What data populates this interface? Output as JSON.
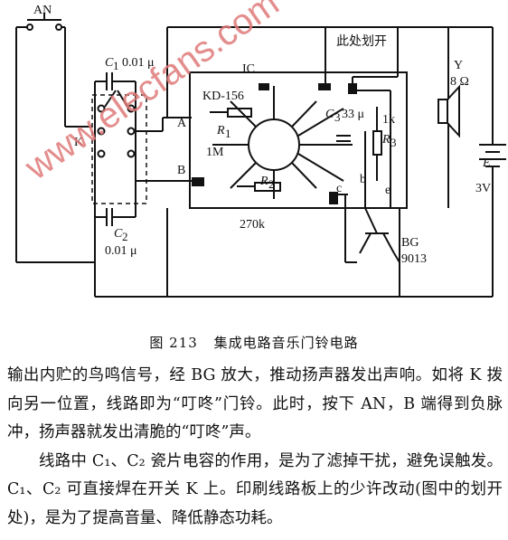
{
  "figure": {
    "labels": {
      "switch_an": "AN",
      "c1": "C",
      "c1_sub": "1",
      "c1_value": "0.01 μ",
      "switch_k": "K",
      "c2": "C",
      "c2_sub": "2",
      "c2_value": "0.01 μ",
      "ic": "IC",
      "chip": "KD-156",
      "cut_note": "此处划开",
      "c3": "C",
      "c3_sub": "3",
      "c3_value": "33 μ",
      "r3": "R",
      "r3_sub": "3",
      "r3_value": "1k",
      "r1": "R",
      "r1_sub": "1",
      "r1_value": "1M",
      "r2": "R",
      "r2_sub": "2",
      "r2_value": "270k",
      "node_a": "A",
      "node_b": "B",
      "pin_b": "b",
      "pin_c": "c",
      "pin_e": "e",
      "speaker": "Y",
      "speaker_ohm": "8 Ω",
      "battery": "E",
      "voltage": "3V",
      "transistor": "BG",
      "transistor_model": "9013"
    },
    "watermark": "www.elecfans.com",
    "caption_num": "图 213",
    "caption_title": "集成电路音乐门铃电路"
  },
  "body": {
    "p1": "输出内贮的鸟鸣信号，经 BG 放大，推动扬声器发出声响。如将 K 拨向另一位置，线路即为“叮咚”门铃。此时，按下 AN，B 端得到负脉冲，扬声器就发出清脆的“叮咚”声。",
    "p2": "线路中 C₁、C₂ 瓷片电容的作用，是为了滤掉干扰，避免误触发。C₁、C₂ 可直接焊在开关 K 上。印刷线路板上的少许改动(图中的划开处)，是为了提高音量、降低静态功耗。"
  }
}
